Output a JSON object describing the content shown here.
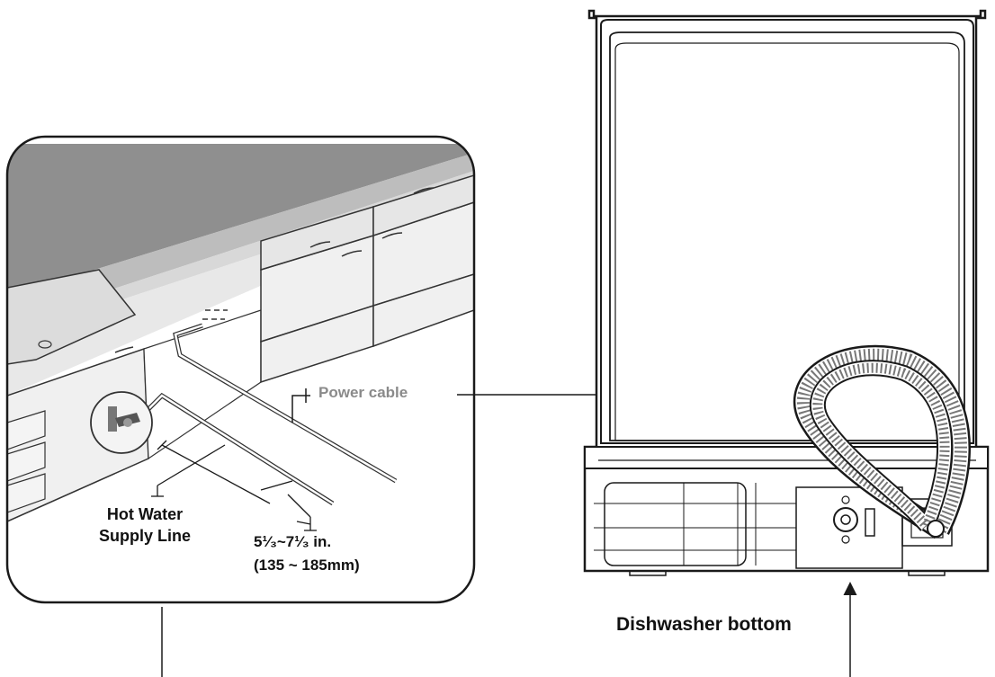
{
  "labels": {
    "hot_water_line1": "Hot Water",
    "hot_water_line2": "Supply Line",
    "dimension_inches": "5¹⁄₃~7¹⁄₃ in.",
    "dimension_mm": "(135 ~ 185mm)",
    "power_cable": "Power cable",
    "dishwasher_bottom": "Dishwasher bottom"
  },
  "colors": {
    "line": "#1a1a1a",
    "countertop": "#9a9a9a",
    "cabinet": "#ececec",
    "power_label": "#8a8a8a"
  }
}
